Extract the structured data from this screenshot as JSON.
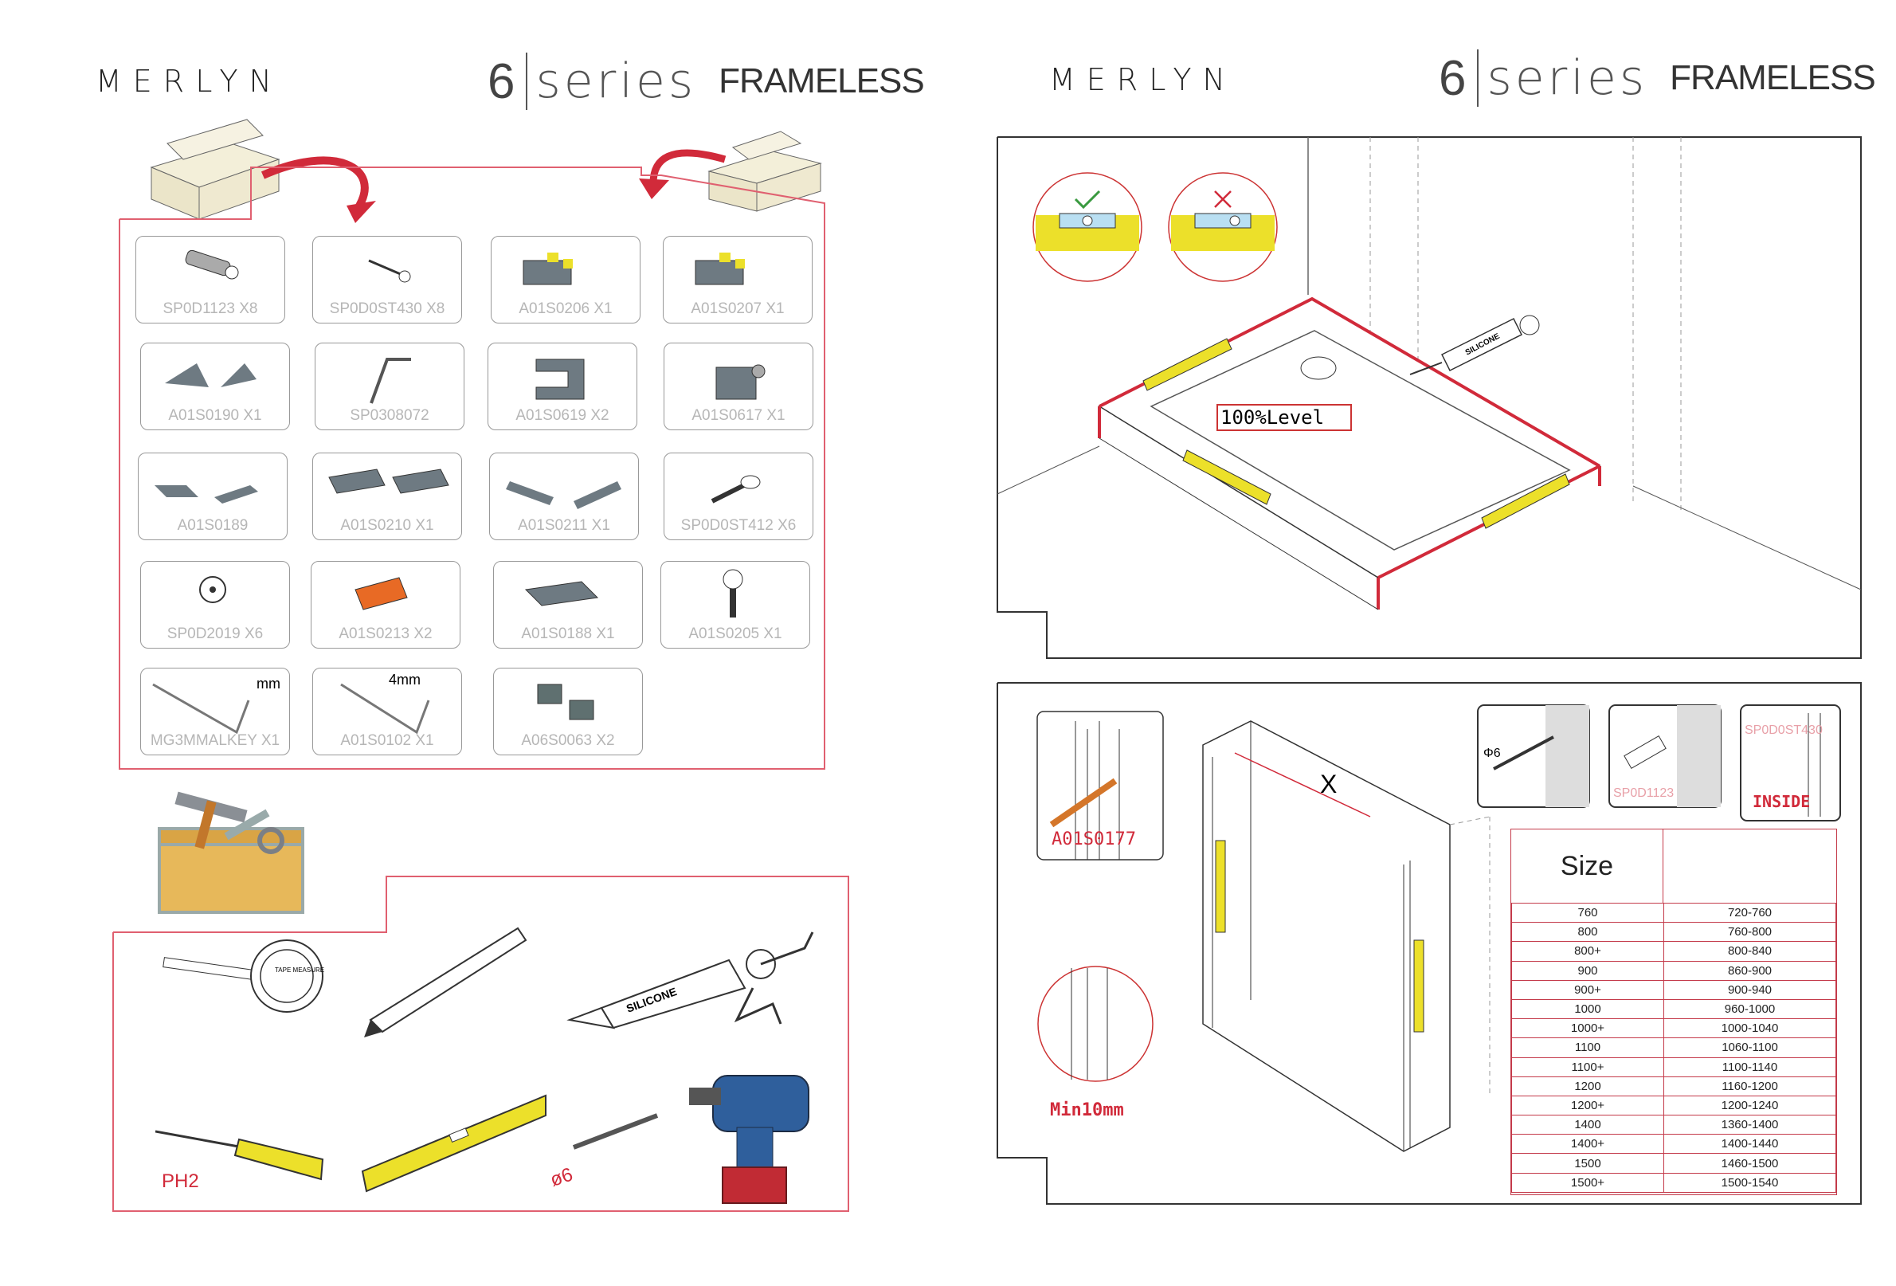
{
  "left_page": {
    "brand": "MERLYN",
    "series_number": "6",
    "series_word": "series",
    "series_type": "FRAMELESS",
    "parts": [
      {
        "label": "SP0D1123 X8",
        "icon": "wall-plug-icon"
      },
      {
        "label": "SP0D0ST430 X8",
        "icon": "screw-icon"
      },
      {
        "label": "A01S0206 X1",
        "icon": "glass-clamp-left-icon"
      },
      {
        "label": "A01S0207 X1",
        "icon": "glass-clamp-right-icon"
      },
      {
        "label": "A01S0190 X1",
        "icon": "corner-caps-icon"
      },
      {
        "label": "SP0308072",
        "icon": "hex-key-icon"
      },
      {
        "label": "A01S0619 X2",
        "icon": "u-bracket-icon"
      },
      {
        "label": "A01S0617 X1",
        "icon": "support-bracket-icon"
      },
      {
        "label": "A01S0189",
        "icon": "end-pieces-icon"
      },
      {
        "label": "A01S0210 X1",
        "icon": "corner-profiles-icon"
      },
      {
        "label": "A01S0211 X1",
        "icon": "seal-strips-icon"
      },
      {
        "label": "SP0D0ST412 X6",
        "icon": "wood-screw-icon"
      },
      {
        "label": "SP0D2019 X6",
        "icon": "washer-icon"
      },
      {
        "label": "A01S0213 X2",
        "icon": "orange-block-icon"
      },
      {
        "label": "A01S0188 X1",
        "icon": "end-cap-plate-icon"
      },
      {
        "label": "A01S0205 X1",
        "icon": "bolt-icon"
      },
      {
        "label": "MG3MMALKEY X1",
        "icon": "allen-key-3mm-icon",
        "size": "mm"
      },
      {
        "label": "A01S0102 X1",
        "icon": "allen-key-4mm-icon",
        "size": "4mm"
      },
      {
        "label": "A06S0063 X2",
        "icon": "rubber-blocks-icon"
      }
    ],
    "tools": {
      "screwdriver": "PH2",
      "drill_bit": "ø6",
      "silicone": "SILICONE",
      "tape": "TAPE MEASURE"
    }
  },
  "right_page": {
    "brand": "MERLYN",
    "series_number": "6",
    "series_word": "series",
    "series_type": "FRAMELESS",
    "level_note": "100%Level",
    "silicone_label": "SILICONE",
    "profile_part": "A01S0177",
    "min_gap": "Min10mm",
    "drill_size": "Φ6",
    "wall_plug": "SP0D1123",
    "screw": "SP0D0ST430",
    "inside": "INSIDE",
    "dimension_mark": "X",
    "size_table": {
      "header": "Size",
      "rows": [
        [
          "760",
          "720-760"
        ],
        [
          "800",
          "760-800"
        ],
        [
          "800+",
          "800-840"
        ],
        [
          "900",
          "860-900"
        ],
        [
          "900+",
          "900-940"
        ],
        [
          "1000",
          "960-1000"
        ],
        [
          "1000+",
          "1000-1040"
        ],
        [
          "1100",
          "1060-1100"
        ],
        [
          "1100+",
          "1100-1140"
        ],
        [
          "1200",
          "1160-1200"
        ],
        [
          "1200+",
          "1200-1240"
        ],
        [
          "1400",
          "1360-1400"
        ],
        [
          "1400+",
          "1400-1440"
        ],
        [
          "1500",
          "1460-1500"
        ],
        [
          "1500+",
          "1500-1540"
        ]
      ]
    }
  },
  "colors": {
    "accent_red": "#d12a3a",
    "level_yellow": "#f2ea2e",
    "part_grey": "#6e7a82"
  }
}
